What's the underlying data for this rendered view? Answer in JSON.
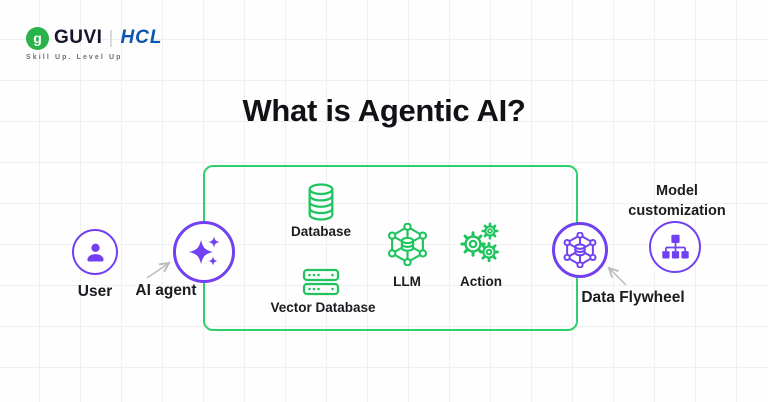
{
  "brand": {
    "guvi_mark": "g",
    "guvi": "GUVI",
    "hcl": "HCL",
    "tagline": "Skill Up. Level Up",
    "guvi_green": "#2ab34b",
    "hcl_blue": "#0b57ad"
  },
  "title": "What is Agentic AI?",
  "colors": {
    "purple_accent": "#7141f1",
    "green_accent": "#1fc45e",
    "box_border_green": "#31d06e",
    "arrow_gray": "#bcbcc0",
    "text_dark": "#1c1c20"
  },
  "diagram": {
    "container": {
      "role": "agent internals box",
      "border_color": "#31d06e"
    },
    "nodes": {
      "user": {
        "label": "User",
        "icon": "person-icon"
      },
      "ai_agent": {
        "label": "AI agent",
        "icon": "sparkles-icon"
      },
      "database": {
        "label": "Database",
        "icon": "database-cylinder-icon"
      },
      "vector_database": {
        "label": "Vector Database",
        "icon": "server-stack-icon"
      },
      "llm": {
        "label": "LLM",
        "icon": "network-hexagon-icon"
      },
      "action": {
        "label": "Action",
        "icon": "gears-icon"
      },
      "data_flywheel": {
        "label": "Data Flywheel",
        "icon": "network-hexagon-icon"
      },
      "model_customization": {
        "label": "Model customization",
        "icon": "hierarchy-icon"
      }
    },
    "arrows": [
      {
        "from": "User",
        "to": "AI agent"
      },
      {
        "from": "Data Flywheel label",
        "to": "Data Flywheel"
      }
    ]
  }
}
